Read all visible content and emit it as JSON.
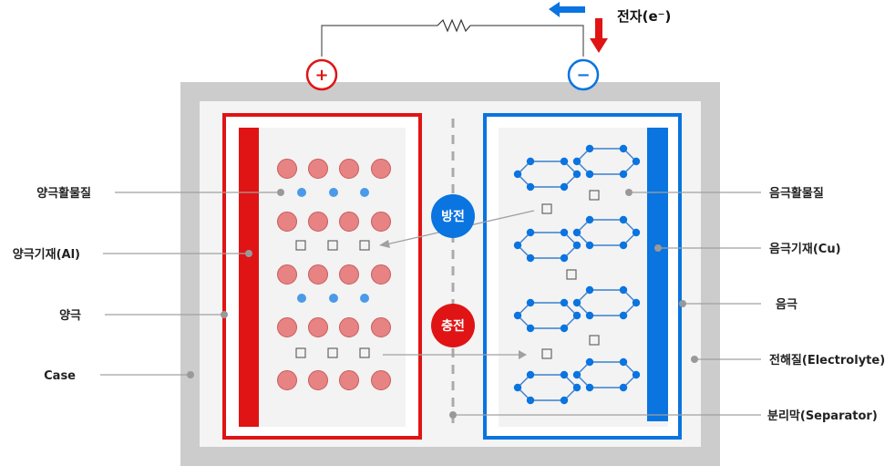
{
  "title": "Lithium-ion battery structure",
  "electron_label": "전자(e⁻)",
  "terminals": {
    "positive": {
      "symbol": "+",
      "color": "#e01414"
    },
    "negative": {
      "symbol": "−",
      "color": "#0a74e0"
    }
  },
  "badges": {
    "discharge": {
      "label": "방전",
      "color": "#0a74e0"
    },
    "charge": {
      "label": "충전",
      "color": "#e01414"
    }
  },
  "labels_left": [
    {
      "id": "cathode-active-material",
      "text": "양극활물질"
    },
    {
      "id": "cathode-collector",
      "text": "양극기재(Al)"
    },
    {
      "id": "cathode",
      "text": "양극"
    },
    {
      "id": "case",
      "text": "Case"
    }
  ],
  "labels_right": [
    {
      "id": "anode-active-material",
      "text": "음극활물질"
    },
    {
      "id": "anode-collector",
      "text": "음극기재(Cu)"
    },
    {
      "id": "anode",
      "text": "음극"
    },
    {
      "id": "electrolyte",
      "text": "전해질(Electrolyte)"
    },
    {
      "id": "separator",
      "text": "분리막(Separator)"
    }
  ],
  "colors": {
    "red": "#e01414",
    "blue": "#0a74e0",
    "particle_red": "#e88383",
    "ion_blue": "#4a9ae8",
    "case_gray": "#cccccc",
    "leader_gray": "#a0a0a0"
  }
}
